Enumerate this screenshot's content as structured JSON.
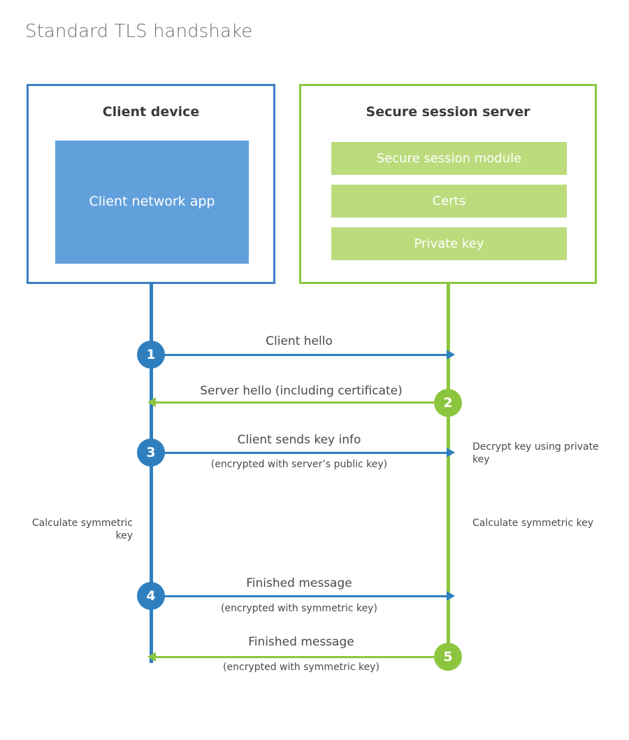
{
  "title": "Standard TLS handshake",
  "participants": {
    "client": {
      "title": "Client device",
      "block_label": "Client network app"
    },
    "server": {
      "title": "Secure session server",
      "bars": [
        {
          "label": "Secure session module"
        },
        {
          "label": "Certs"
        },
        {
          "label": "Private key"
        }
      ]
    }
  },
  "steps": [
    {
      "number": "1",
      "label": "Client hello",
      "sublabel": "",
      "direction": "client-to-server",
      "color": "#2f7fbf"
    },
    {
      "number": "2",
      "label": "Server hello (including certificate)",
      "sublabel": "",
      "direction": "server-to-client",
      "color": "#8cc63e"
    },
    {
      "number": "3",
      "label": "Client sends key info",
      "sublabel": "(encrypted with server’s public key)",
      "direction": "client-to-server",
      "color": "#2f7fbf"
    },
    {
      "number": "4",
      "label": "Finished message",
      "sublabel": "(encrypted with symmetric key)",
      "direction": "client-to-server",
      "color": "#2f7fbf"
    },
    {
      "number": "5",
      "label": "Finished message",
      "sublabel": "(encrypted with symmetric key)",
      "direction": "server-to-client",
      "color": "#8cc63e"
    }
  ],
  "annotations": {
    "decrypt_key": "Decrypt key using private key",
    "calculate_symmetric_key_client": "Calculate symmetric key",
    "calculate_symmetric_key_server": "Calculate symmetric key"
  },
  "colors": {
    "client_border": "#3b7fc4",
    "client_fill": "#61a0db",
    "client_line": "#2f7fbf",
    "server_border": "#8cc63e",
    "server_fill": "#bcdb7d",
    "server_line": "#8cc63e",
    "title_text": "#6d6e70",
    "body_text": "#4a4a4a",
    "background": "#ffffff"
  },
  "chart_data": {
    "type": "diagram",
    "diagram_kind": "sequence",
    "title": "Standard TLS handshake",
    "lanes": [
      "Client device",
      "Secure session server"
    ],
    "messages": [
      {
        "step": 1,
        "from": "Client device",
        "to": "Secure session server",
        "text": "Client hello"
      },
      {
        "step": 2,
        "from": "Secure session server",
        "to": "Client device",
        "text": "Server hello (including certificate)"
      },
      {
        "step": 3,
        "from": "Client device",
        "to": "Secure session server",
        "text": "Client sends key info",
        "note": "(encrypted with server’s public key)"
      },
      {
        "step": 4,
        "from": "Client device",
        "to": "Secure session server",
        "text": "Finished message",
        "note": "(encrypted with symmetric key)"
      },
      {
        "step": 5,
        "from": "Secure session server",
        "to": "Client device",
        "text": "Finished message",
        "note": "(encrypted with symmetric key)"
      }
    ],
    "side_notes": [
      {
        "lane": "Secure session server",
        "after_step": 3,
        "text": "Decrypt key using private key"
      },
      {
        "lane": "Client device",
        "after_step": 3,
        "text": "Calculate symmetric key"
      },
      {
        "lane": "Secure session server",
        "after_step": 3,
        "text": "Calculate symmetric key"
      }
    ]
  }
}
